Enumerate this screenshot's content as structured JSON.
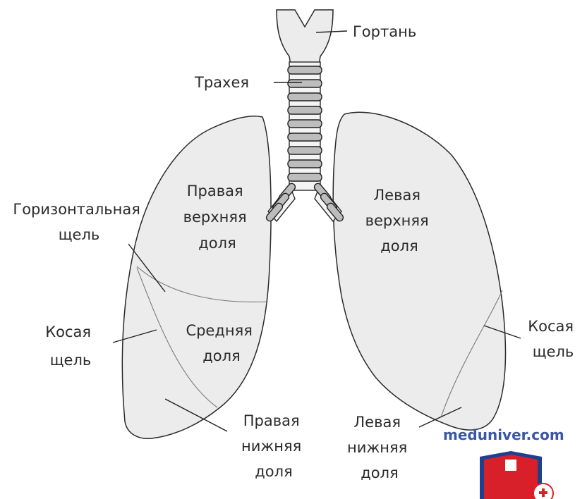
{
  "labels": {
    "larynx": "Гортань",
    "trachea": "Трахея",
    "horizontal_fissure": [
      "Горизонтальная",
      "щель"
    ],
    "oblique_fissure_right": [
      "Косая",
      "щель"
    ],
    "oblique_fissure_left": [
      "Косая",
      "щель"
    ],
    "right_upper_lobe": [
      "Правая",
      "верхняя",
      "доля"
    ],
    "left_upper_lobe": [
      "Левая",
      "верхняя",
      "доля"
    ],
    "middle_lobe": [
      "Средняя",
      "доля"
    ],
    "right_lower_lobe": [
      "Правая",
      "нижняя",
      "доля"
    ],
    "left_lower_lobe": [
      "Левая",
      "нижняя",
      "доля"
    ]
  },
  "watermark": {
    "text": "meduniver.com",
    "color": "#3a56a6",
    "shield_colors": [
      "#d8202a",
      "#1f3f8f",
      "#ffffff"
    ]
  }
}
